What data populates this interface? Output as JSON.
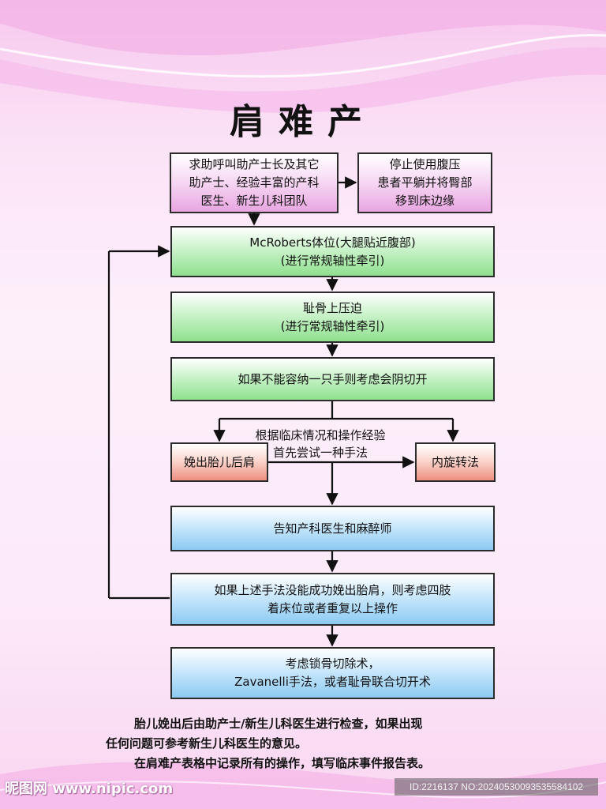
{
  "title": "肩难产",
  "boxes": {
    "call_help": [
      "求助呼叫助产士长及其它",
      "助产士、经验丰富的产科",
      "医生、新生儿科团队"
    ],
    "stop_pressure": [
      "停止使用腹压",
      "患者平躺并将臀部",
      "移到床边缘"
    ],
    "mcroberts": [
      "McRoberts体位(大腿贴近腹部)",
      "(进行常规轴性牵引)"
    ],
    "suprapubic": [
      "耻骨上压迫",
      "(进行常规轴性牵引)"
    ],
    "episiotomy": [
      "如果不能容纳一只手则考虑会阴切开"
    ],
    "posterior_shoulder": [
      "娩出胎儿后肩"
    ],
    "internal_rotation": [
      "内旋转法"
    ],
    "notify": [
      "告知产科医生和麻醉师"
    ],
    "all_fours": [
      "如果上述手法没能成功娩出胎肩，则考虑四肢",
      "着床位或者重复以上操作"
    ],
    "clavicle": [
      "考虑锁骨切除术，",
      "Zavanelli手法，或者耻骨联合切开术"
    ]
  },
  "branch_label": [
    "根据临床情况和操作经验",
    "首先尝试一种手法"
  ],
  "footer": [
    "胎儿娩出后由助产士/新生儿科医生进行检查，如果出现",
    "任何问题可参考新生儿科医生的意见。",
    "在肩难产表格中记录所有的操作，填写临床事件报告表。"
  ],
  "watermark": {
    "logo": "昵图网 www.nipic.com",
    "id": "ID:2216137 NO:20240530093535584102"
  },
  "colors": {
    "pink_box": "#e8a6e1",
    "green_box": "#8fe08f",
    "red_box": "#ee8f80",
    "blue_box": "#8ccaf2",
    "background": "#fbe3f6"
  }
}
